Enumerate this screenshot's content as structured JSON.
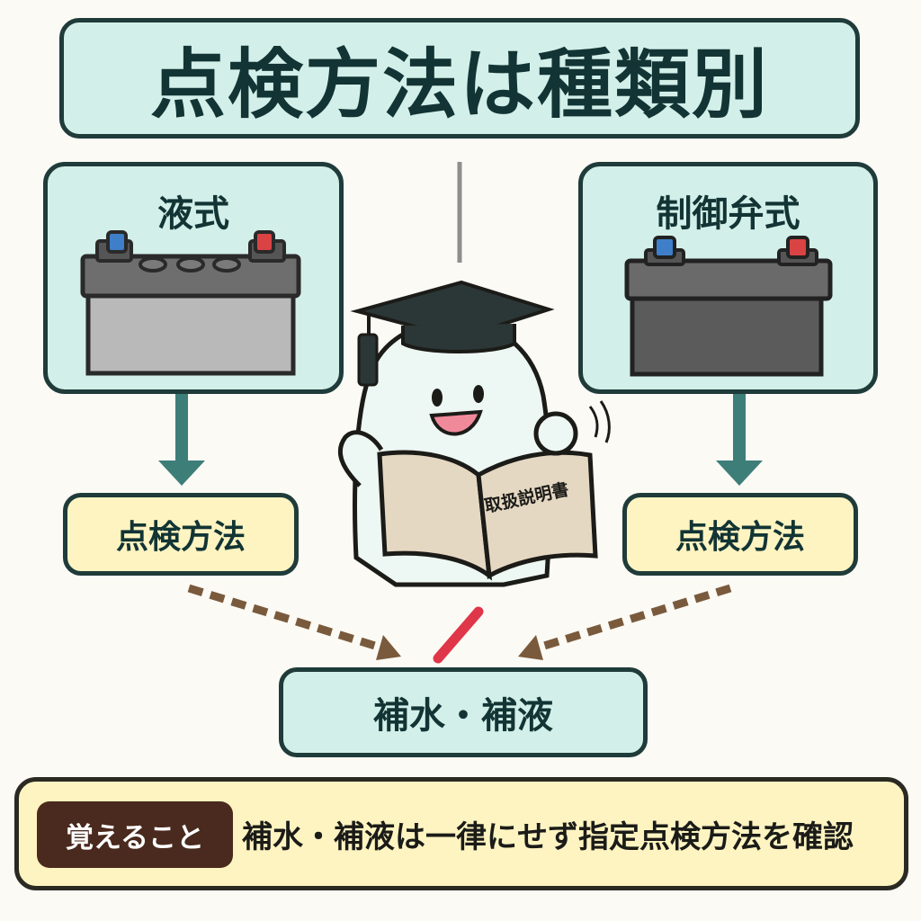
{
  "title": "点検方法は種類別",
  "battery_types": {
    "liquid": {
      "label": "液式",
      "method": "点検方法",
      "terminal_colors": {
        "negative": "#3f7fc9",
        "positive": "#d94343"
      },
      "body_color": "#b9b9b9"
    },
    "vrla": {
      "label": "制御弁式",
      "method": "点検方法",
      "terminal_colors": {
        "negative": "#3f7fc9",
        "positive": "#d94343"
      },
      "body_color": "#5b5b5b"
    }
  },
  "refill": {
    "label": "補水・補液"
  },
  "character": {
    "manual_title": "取扱説明書"
  },
  "memo": {
    "badge": "覚えること",
    "text": "補水・補液は一律にせず指定点検方法を確認"
  },
  "colors": {
    "panel_teal": "#d3efe9",
    "panel_yellow": "#fdf4c1",
    "outline": "#1f3b3a",
    "arrow_teal": "#3e7e79",
    "arrow_brown": "#7a5a3c",
    "warning_red": "#e03649",
    "badge_brown": "#4a2a1e"
  }
}
